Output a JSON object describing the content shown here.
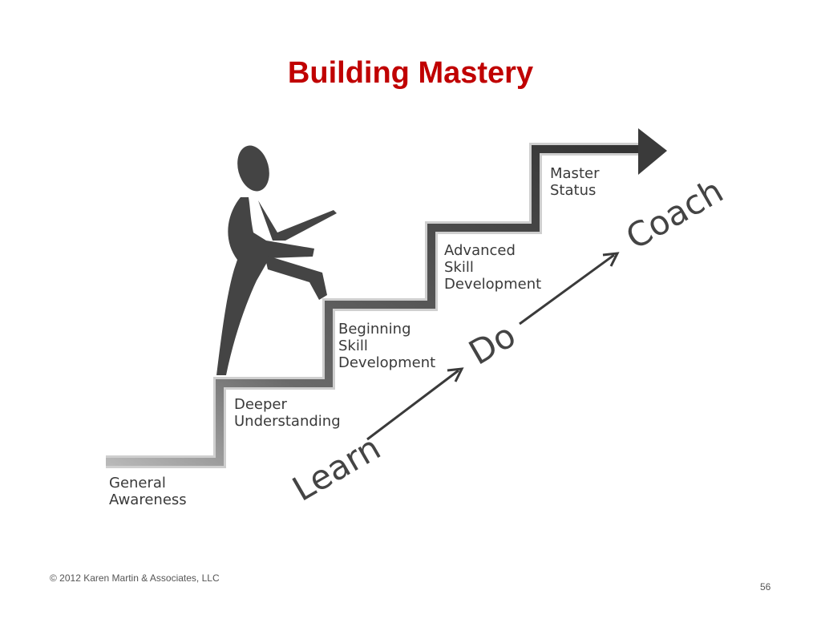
{
  "slide": {
    "title": "Building Mastery",
    "copyright": "© 2012 Karen Martin & Associates, LLC",
    "page_number": "56"
  },
  "steps": [
    {
      "line1": "General",
      "line2": "Awareness",
      "line3": ""
    },
    {
      "line1": "Deeper",
      "line2": "Understanding",
      "line3": ""
    },
    {
      "line1": "Beginning",
      "line2": "Skill",
      "line3": "Development"
    },
    {
      "line1": "Advanced",
      "line2": "Skill",
      "line3": "Development"
    },
    {
      "line1": "Master",
      "line2": "Status",
      "line3": ""
    }
  ],
  "actions": [
    "Learn",
    "Do",
    "Coach"
  ],
  "colors": {
    "title": "#c00000",
    "staircase_dark": "#3a3a3a",
    "figure": "#444444"
  },
  "icons": {
    "figure": "climbing-person-icon"
  }
}
